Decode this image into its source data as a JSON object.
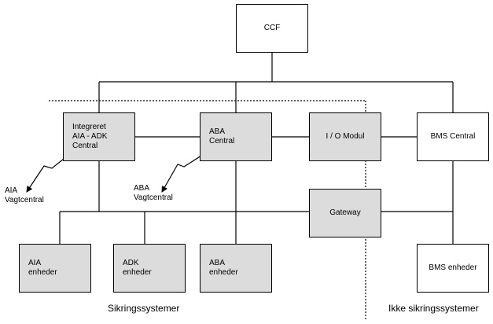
{
  "colors": {
    "box_fill": "#dcdcdc",
    "box_white": "#ffffff",
    "line": "#000000"
  },
  "nodes": {
    "ccf": "CCF",
    "integreret": "Integreret\nAIA - ADK\nCentral",
    "aba_central": "ABA\nCentral",
    "io_modul": "I / O Modul",
    "bms_central": "BMS Central",
    "gateway": "Gateway",
    "aia_enheder": "AIA\nenheder",
    "adk_enheder": "ADK\nenheder",
    "aba_enheder": "ABA\nenheder",
    "bms_enheder": "BMS enheder"
  },
  "labels": {
    "aia_vagtcentral": "AIA\nVagtcentral",
    "aba_vagtcentral": "ABA\nVagtcentral"
  },
  "zones": {
    "sikringssystemer": "Sikringssystemer",
    "ikke_sikringssystemer": "Ikke sikringssystemer"
  }
}
